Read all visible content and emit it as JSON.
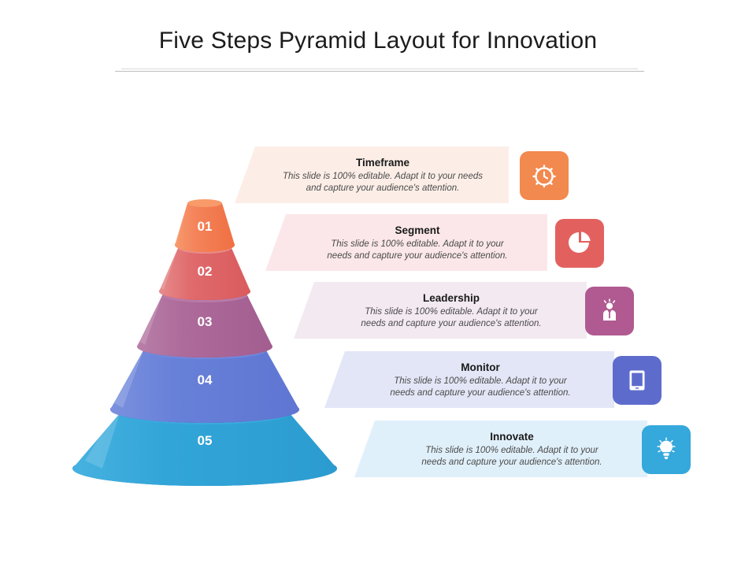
{
  "slide": {
    "title": "Five Steps Pyramid Layout for Innovation",
    "background_color": "#ffffff",
    "title_color": "#1c1c1c",
    "rule_color": "#cfcfcf"
  },
  "shared": {
    "description_long": "This slide is 100% editable. Adapt it to your needs and capture your audience's attention."
  },
  "steps": [
    {
      "number": "01",
      "title": "Timeframe",
      "desc_line1": "This slide is 100% editable. Adapt it to your needs",
      "desc_line2": "and capture your audience's attention.",
      "icon": "alarm-clock-icon",
      "tier_color": "#f4835a",
      "tier_color_dark": "#fa7a28",
      "panel_color": "#fceee7",
      "icon_color": "#f2894e"
    },
    {
      "number": "02",
      "title": "Segment",
      "desc_line1": "This slide is 100% editable. Adapt it to your",
      "desc_line2": "needs and capture your audience's attention.",
      "icon": "pie-chart-icon",
      "tier_color": "#e06a6c",
      "tier_color_dark": "#e03535",
      "panel_color": "#fbe7e9",
      "icon_color": "#e2615f"
    },
    {
      "number": "03",
      "title": "Leadership",
      "desc_line1": "This slide is 100% editable. Adapt it to your",
      "desc_line2": "needs and capture your audience's attention.",
      "icon": "businessman-icon",
      "tier_color": "#ad6a9a",
      "tier_color_dark": "#a33a76",
      "panel_color": "#f3e9f1",
      "icon_color": "#b05a91"
    },
    {
      "number": "04",
      "title": "Monitor",
      "desc_line1": "This slide is 100% editable. Adapt it to your",
      "desc_line2": "needs and capture your audience's attention.",
      "icon": "tablet-monitor-icon",
      "tier_color": "#6780d8",
      "tier_color_dark": "#3a49cf",
      "panel_color": "#e3e6f6",
      "icon_color": "#5d6ccc"
    },
    {
      "number": "05",
      "title": "Innovate",
      "desc_line1": "This slide is 100% editable. Adapt it to your",
      "desc_line2": "needs and capture your audience's attention.",
      "icon": "lightbulb-icon",
      "tier_color": "#32a5d8",
      "tier_color_dark": "#1f86b8",
      "panel_color": "#e0f0fa",
      "icon_color": "#35a8dc"
    }
  ]
}
